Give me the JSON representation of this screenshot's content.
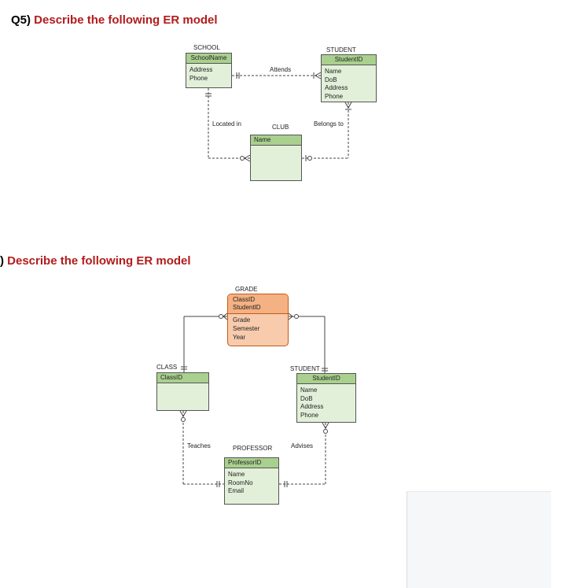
{
  "q5": {
    "number": "Q5)",
    "text": " Describe the following ER model"
  },
  "q6": {
    "number": ")",
    "text": " Describe the following ER model"
  },
  "diagram1": {
    "school": {
      "name": "SCHOOL",
      "key": "SchoolName",
      "attrs": [
        "Address",
        "Phone"
      ]
    },
    "student": {
      "name": "STUDENT",
      "key": "StudentID",
      "attrs": [
        "Name",
        "DoB",
        "Address",
        "Phone"
      ]
    },
    "club": {
      "name": "CLUB",
      "key": "Name",
      "attrs": []
    },
    "relationships": {
      "attends": "Attends",
      "located_in": "Located in",
      "belongs_to": "Belongs to"
    }
  },
  "diagram2": {
    "grade": {
      "name": "GRADE",
      "keys": [
        "ClassID",
        "StudentID"
      ],
      "attrs": [
        "Grade",
        "Semester",
        "Year"
      ]
    },
    "class": {
      "name": "CLASS",
      "key": "ClassID",
      "attrs": []
    },
    "student": {
      "name": "STUDENT",
      "key": "StudentID",
      "attrs": [
        "Name",
        "DoB",
        "Address",
        "Phone"
      ]
    },
    "professor": {
      "name": "PROFESSOR",
      "key": "ProfessorID",
      "attrs": [
        "Name",
        "RoomNo",
        "Email"
      ]
    },
    "relationships": {
      "teaches": "Teaches",
      "advises": "Advises"
    }
  },
  "colors": {
    "title_red": "#b31b1b",
    "entity_fill": "#e2f0d9",
    "entity_header": "#a9d08e",
    "grade_key": "#f4b183",
    "grade_fill": "#f8cbad"
  }
}
